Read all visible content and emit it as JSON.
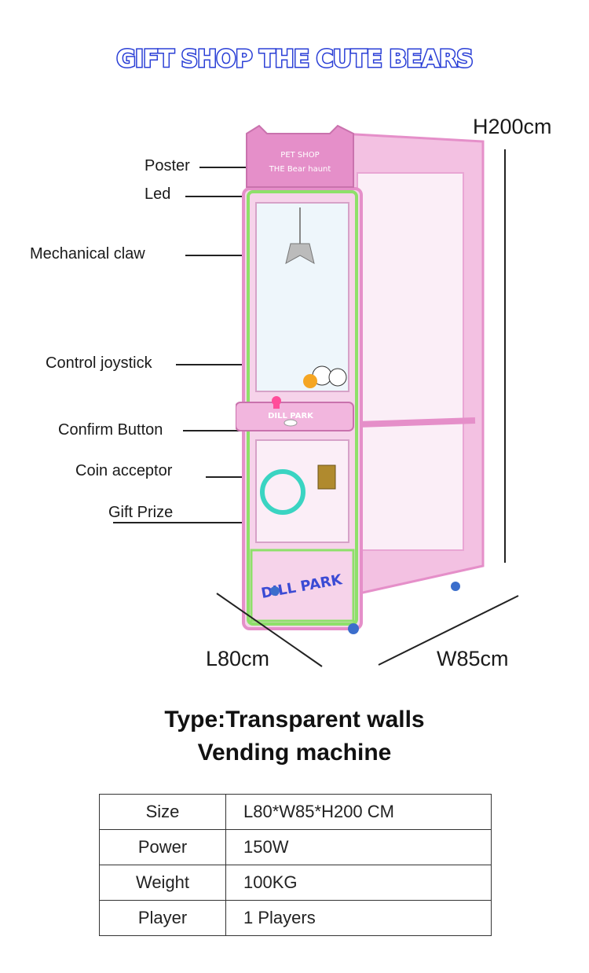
{
  "headline": "GIFT SHOP THE CUTE BEARS",
  "poster_text": {
    "line1": "PET SHOP",
    "line2": "THE Bear haunt"
  },
  "brand_text": "DILL PARK",
  "callouts": [
    {
      "label": "Poster"
    },
    {
      "label": "Led"
    },
    {
      "label": "Mechanical claw"
    },
    {
      "label": "Control joystick"
    },
    {
      "label": "Confirm Button"
    },
    {
      "label": "Coin acceptor"
    },
    {
      "label": "Gift Prize"
    }
  ],
  "dimensions": {
    "height": "H200cm",
    "length": "L80cm",
    "width": "W85cm"
  },
  "type_line1": "Type:Transparent walls",
  "type_line2": "Vending machine",
  "specs": [
    {
      "key": "Size",
      "value": "L80*W85*H200 CM"
    },
    {
      "key": "Power",
      "value": "150W"
    },
    {
      "key": "Weight",
      "value": "100KG"
    },
    {
      "key": "Player",
      "value": "1 Players"
    }
  ],
  "colors": {
    "headline": "#2a3fd6",
    "cabinet": "#e58fc9",
    "led": "#8ee06a"
  }
}
